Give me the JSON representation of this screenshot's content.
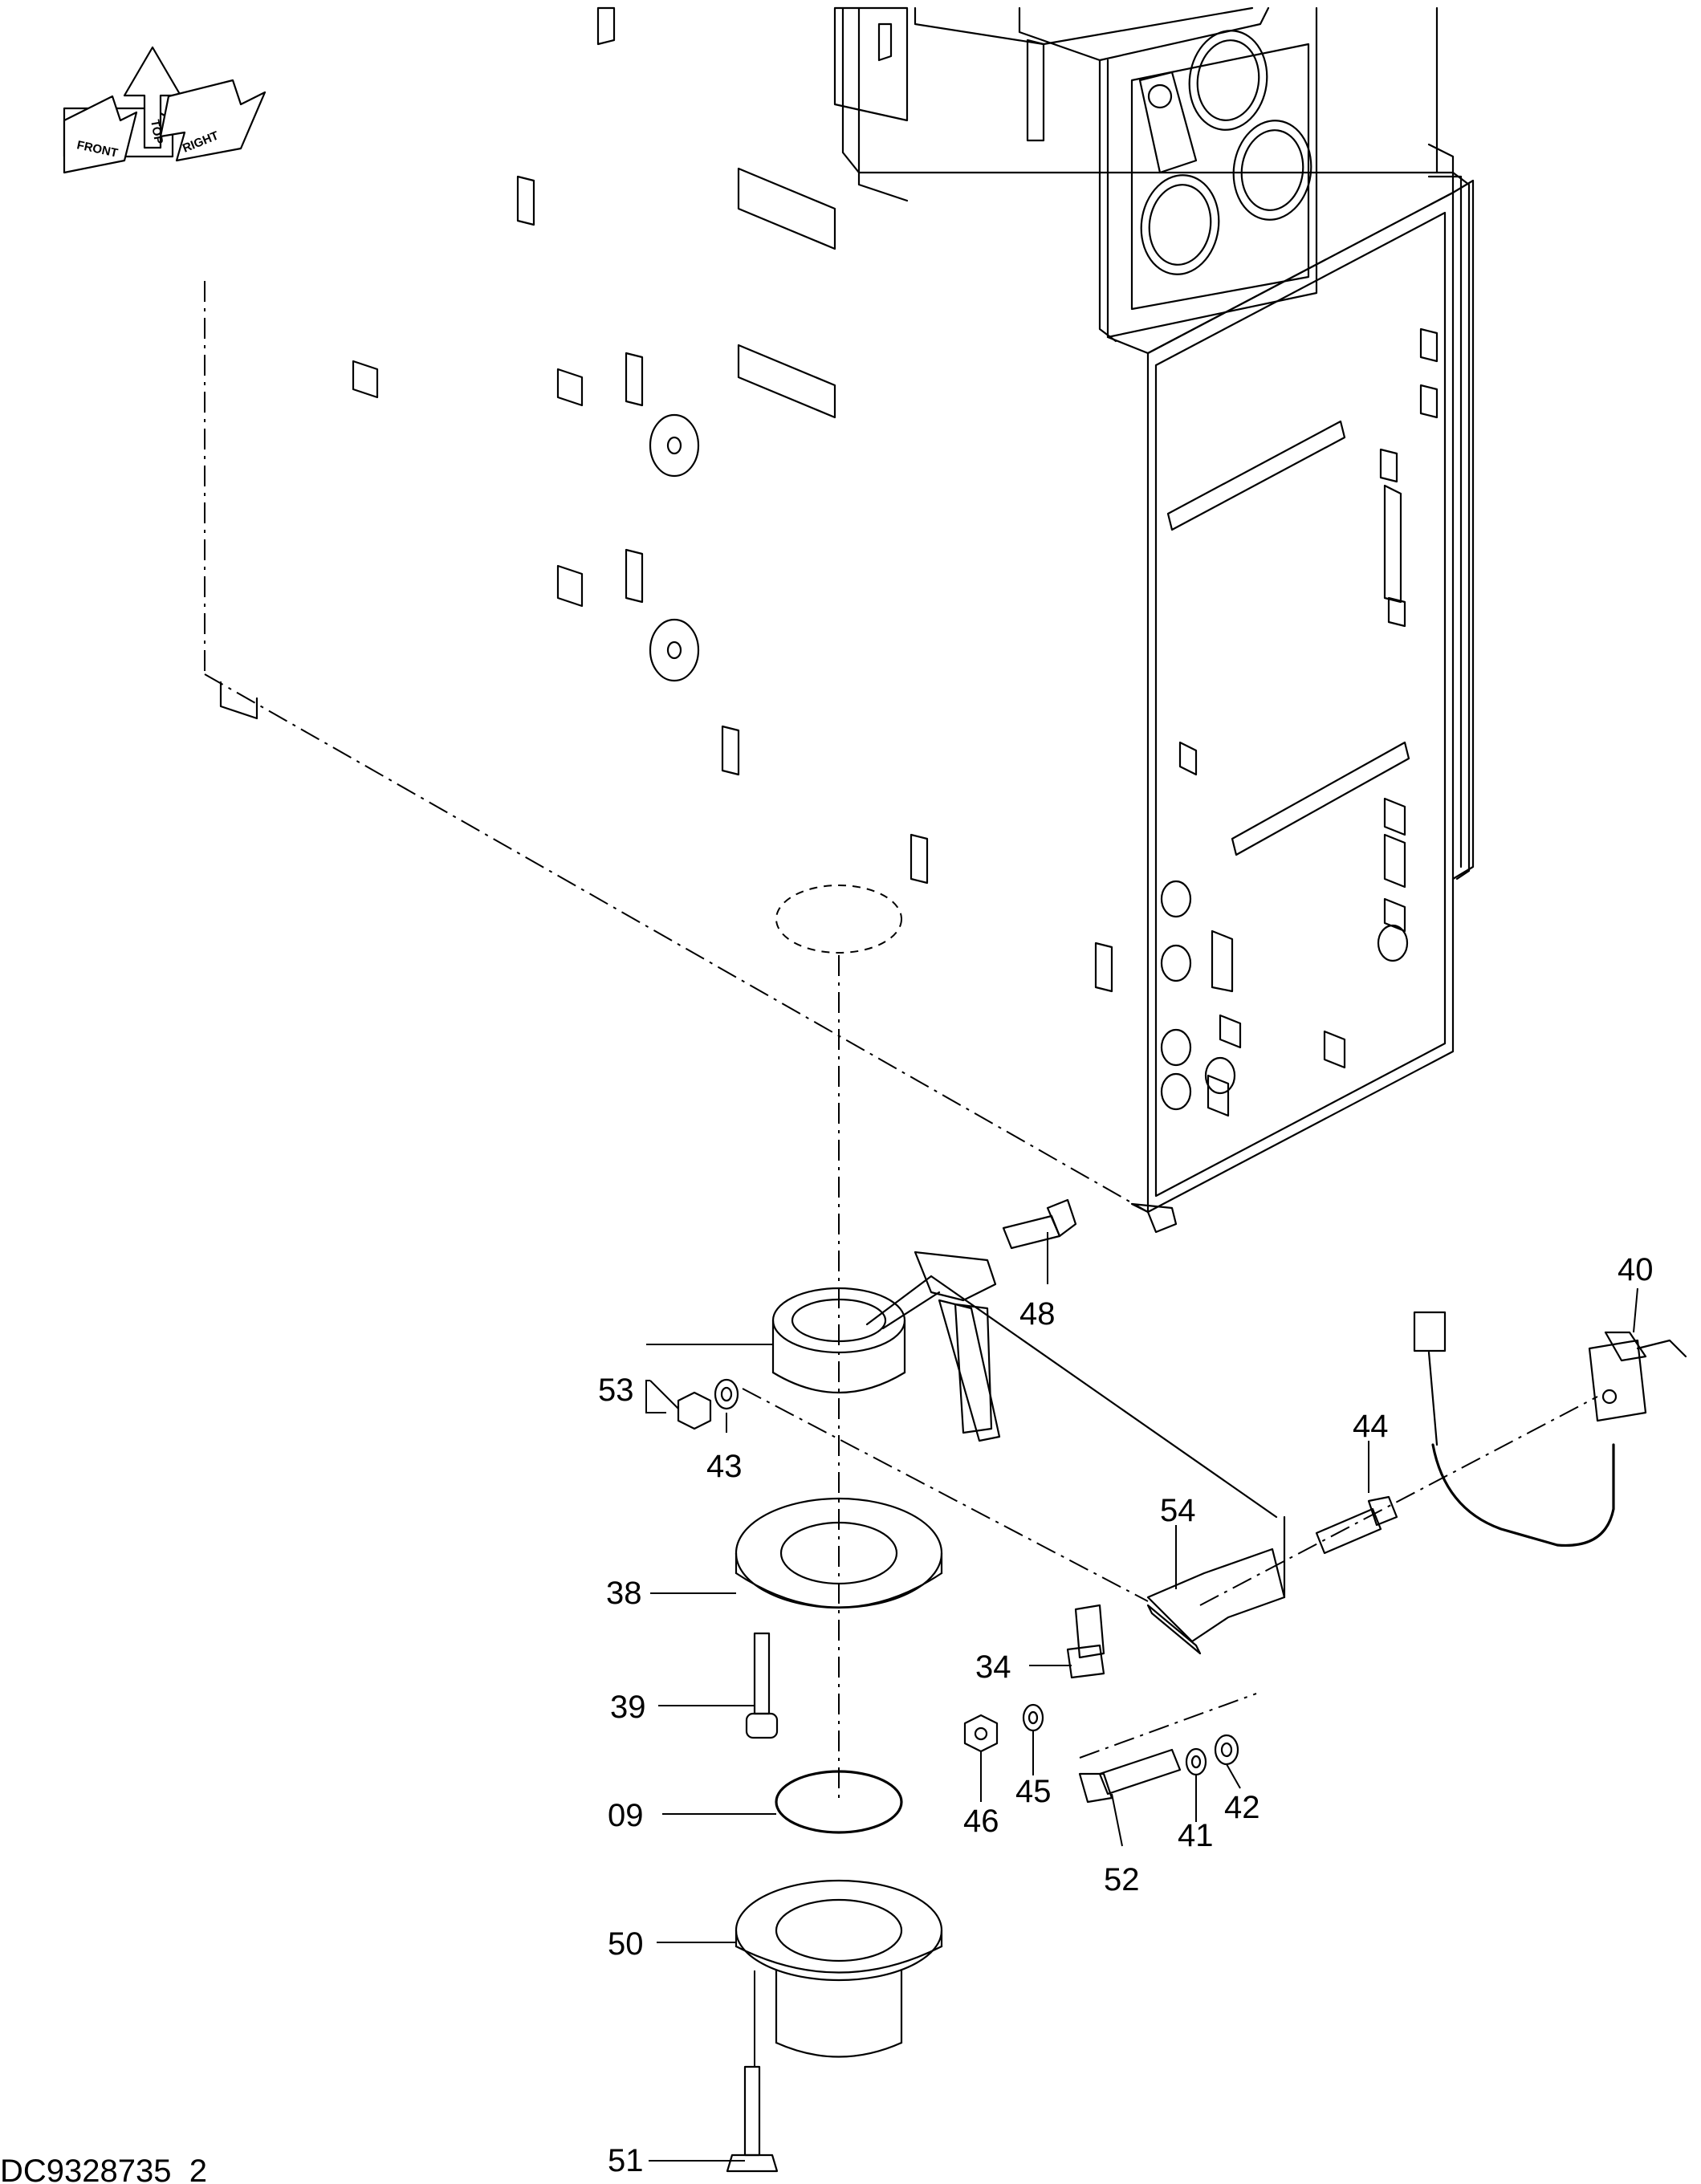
{
  "drawing_ref": "DC9328735_2",
  "orientation": {
    "front": "FRONT",
    "top": "TOP",
    "right": "RIGHT"
  },
  "callouts": {
    "c09": "09",
    "c34": "34",
    "c38": "38",
    "c39": "39",
    "c40": "40",
    "c41": "41",
    "c42": "42",
    "c43": "43",
    "c44": "44",
    "c45": "45",
    "c46": "46",
    "c48": "48",
    "c50": "50",
    "c51": "51",
    "c52": "52",
    "c53": "53",
    "c54": "54"
  }
}
